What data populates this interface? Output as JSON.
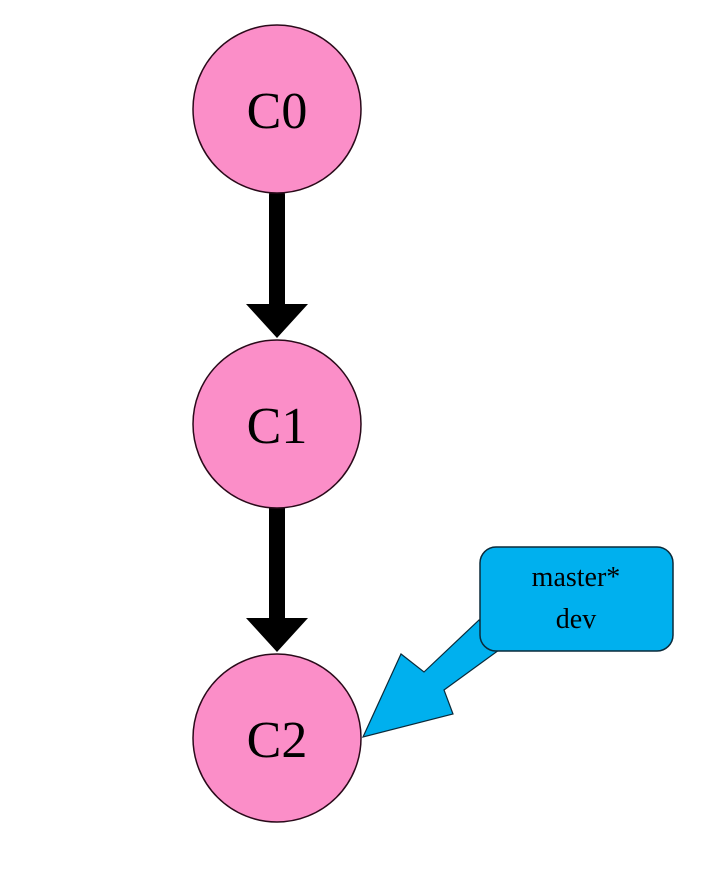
{
  "diagram": {
    "type": "git-commit-graph",
    "colors": {
      "commit_fill": "#fb8ec8",
      "commit_stroke": "#2a0a1a",
      "edge": "#000000",
      "ref_fill": "#00b0ee",
      "ref_stroke": "#0a2a3a"
    },
    "commits": [
      {
        "id": "C0",
        "label": "C0"
      },
      {
        "id": "C1",
        "label": "C1"
      },
      {
        "id": "C2",
        "label": "C2"
      }
    ],
    "edges": [
      {
        "from": "C0",
        "to": "C1"
      },
      {
        "from": "C1",
        "to": "C2"
      }
    ],
    "refs": {
      "target": "C2",
      "lines": [
        "master*",
        "dev"
      ]
    }
  }
}
